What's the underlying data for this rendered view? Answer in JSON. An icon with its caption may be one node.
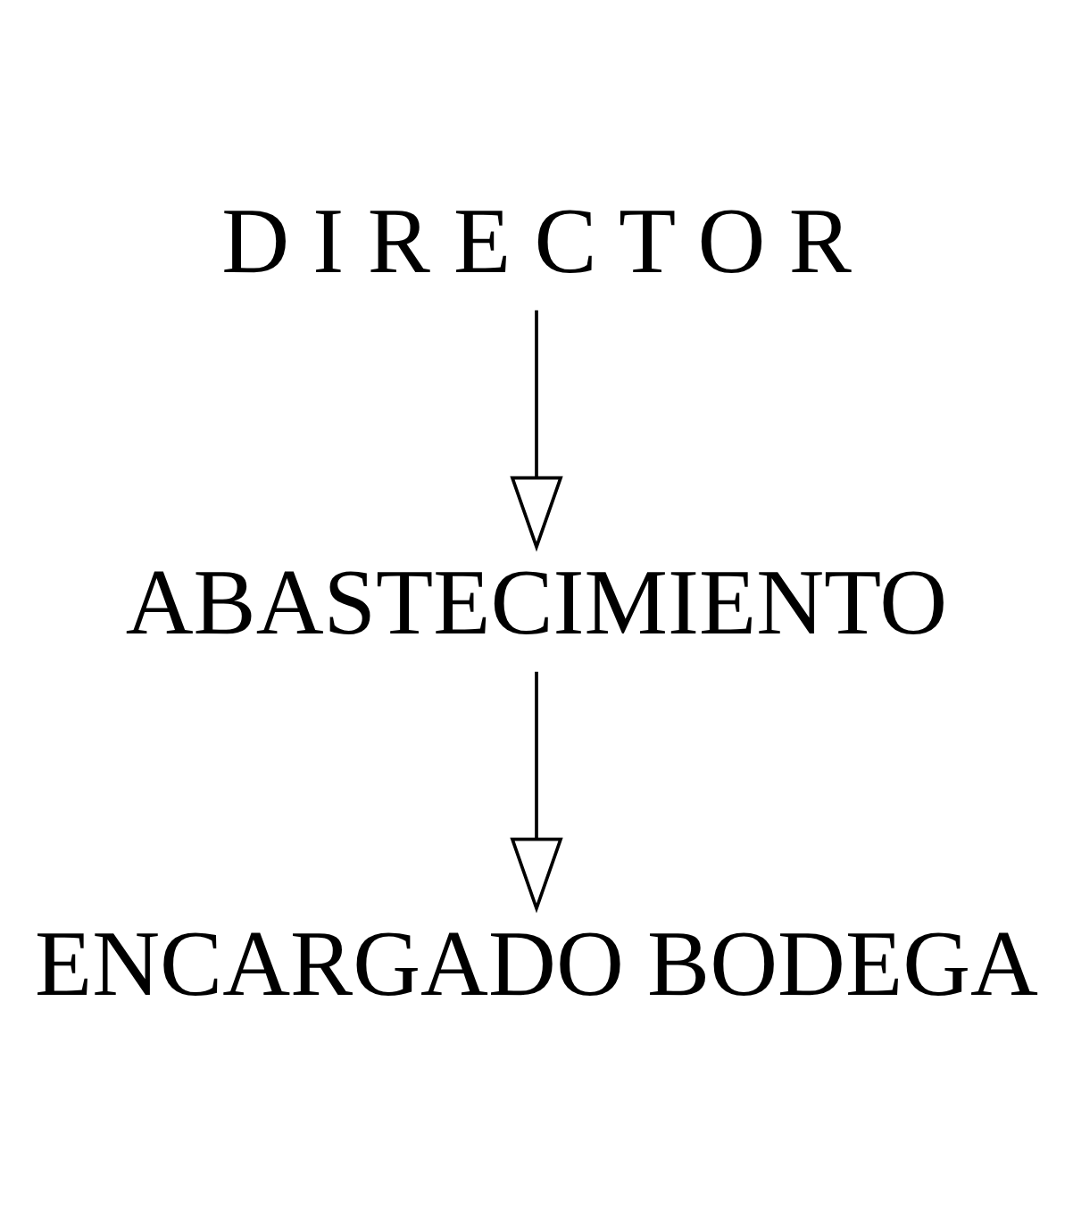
{
  "diagram": {
    "nodes": [
      {
        "text": [
          "D I R E C T O R"
        ]
      },
      {
        "text": [
          "ABASTECIMIENTO"
        ]
      },
      {
        "text": [
          "ENCARGADO BODEGA"
        ]
      }
    ],
    "edges": [
      {
        "from": 0,
        "to": 1,
        "arrow": "to"
      },
      {
        "from": 1,
        "to": 2,
        "arrow": "to"
      }
    ]
  }
}
